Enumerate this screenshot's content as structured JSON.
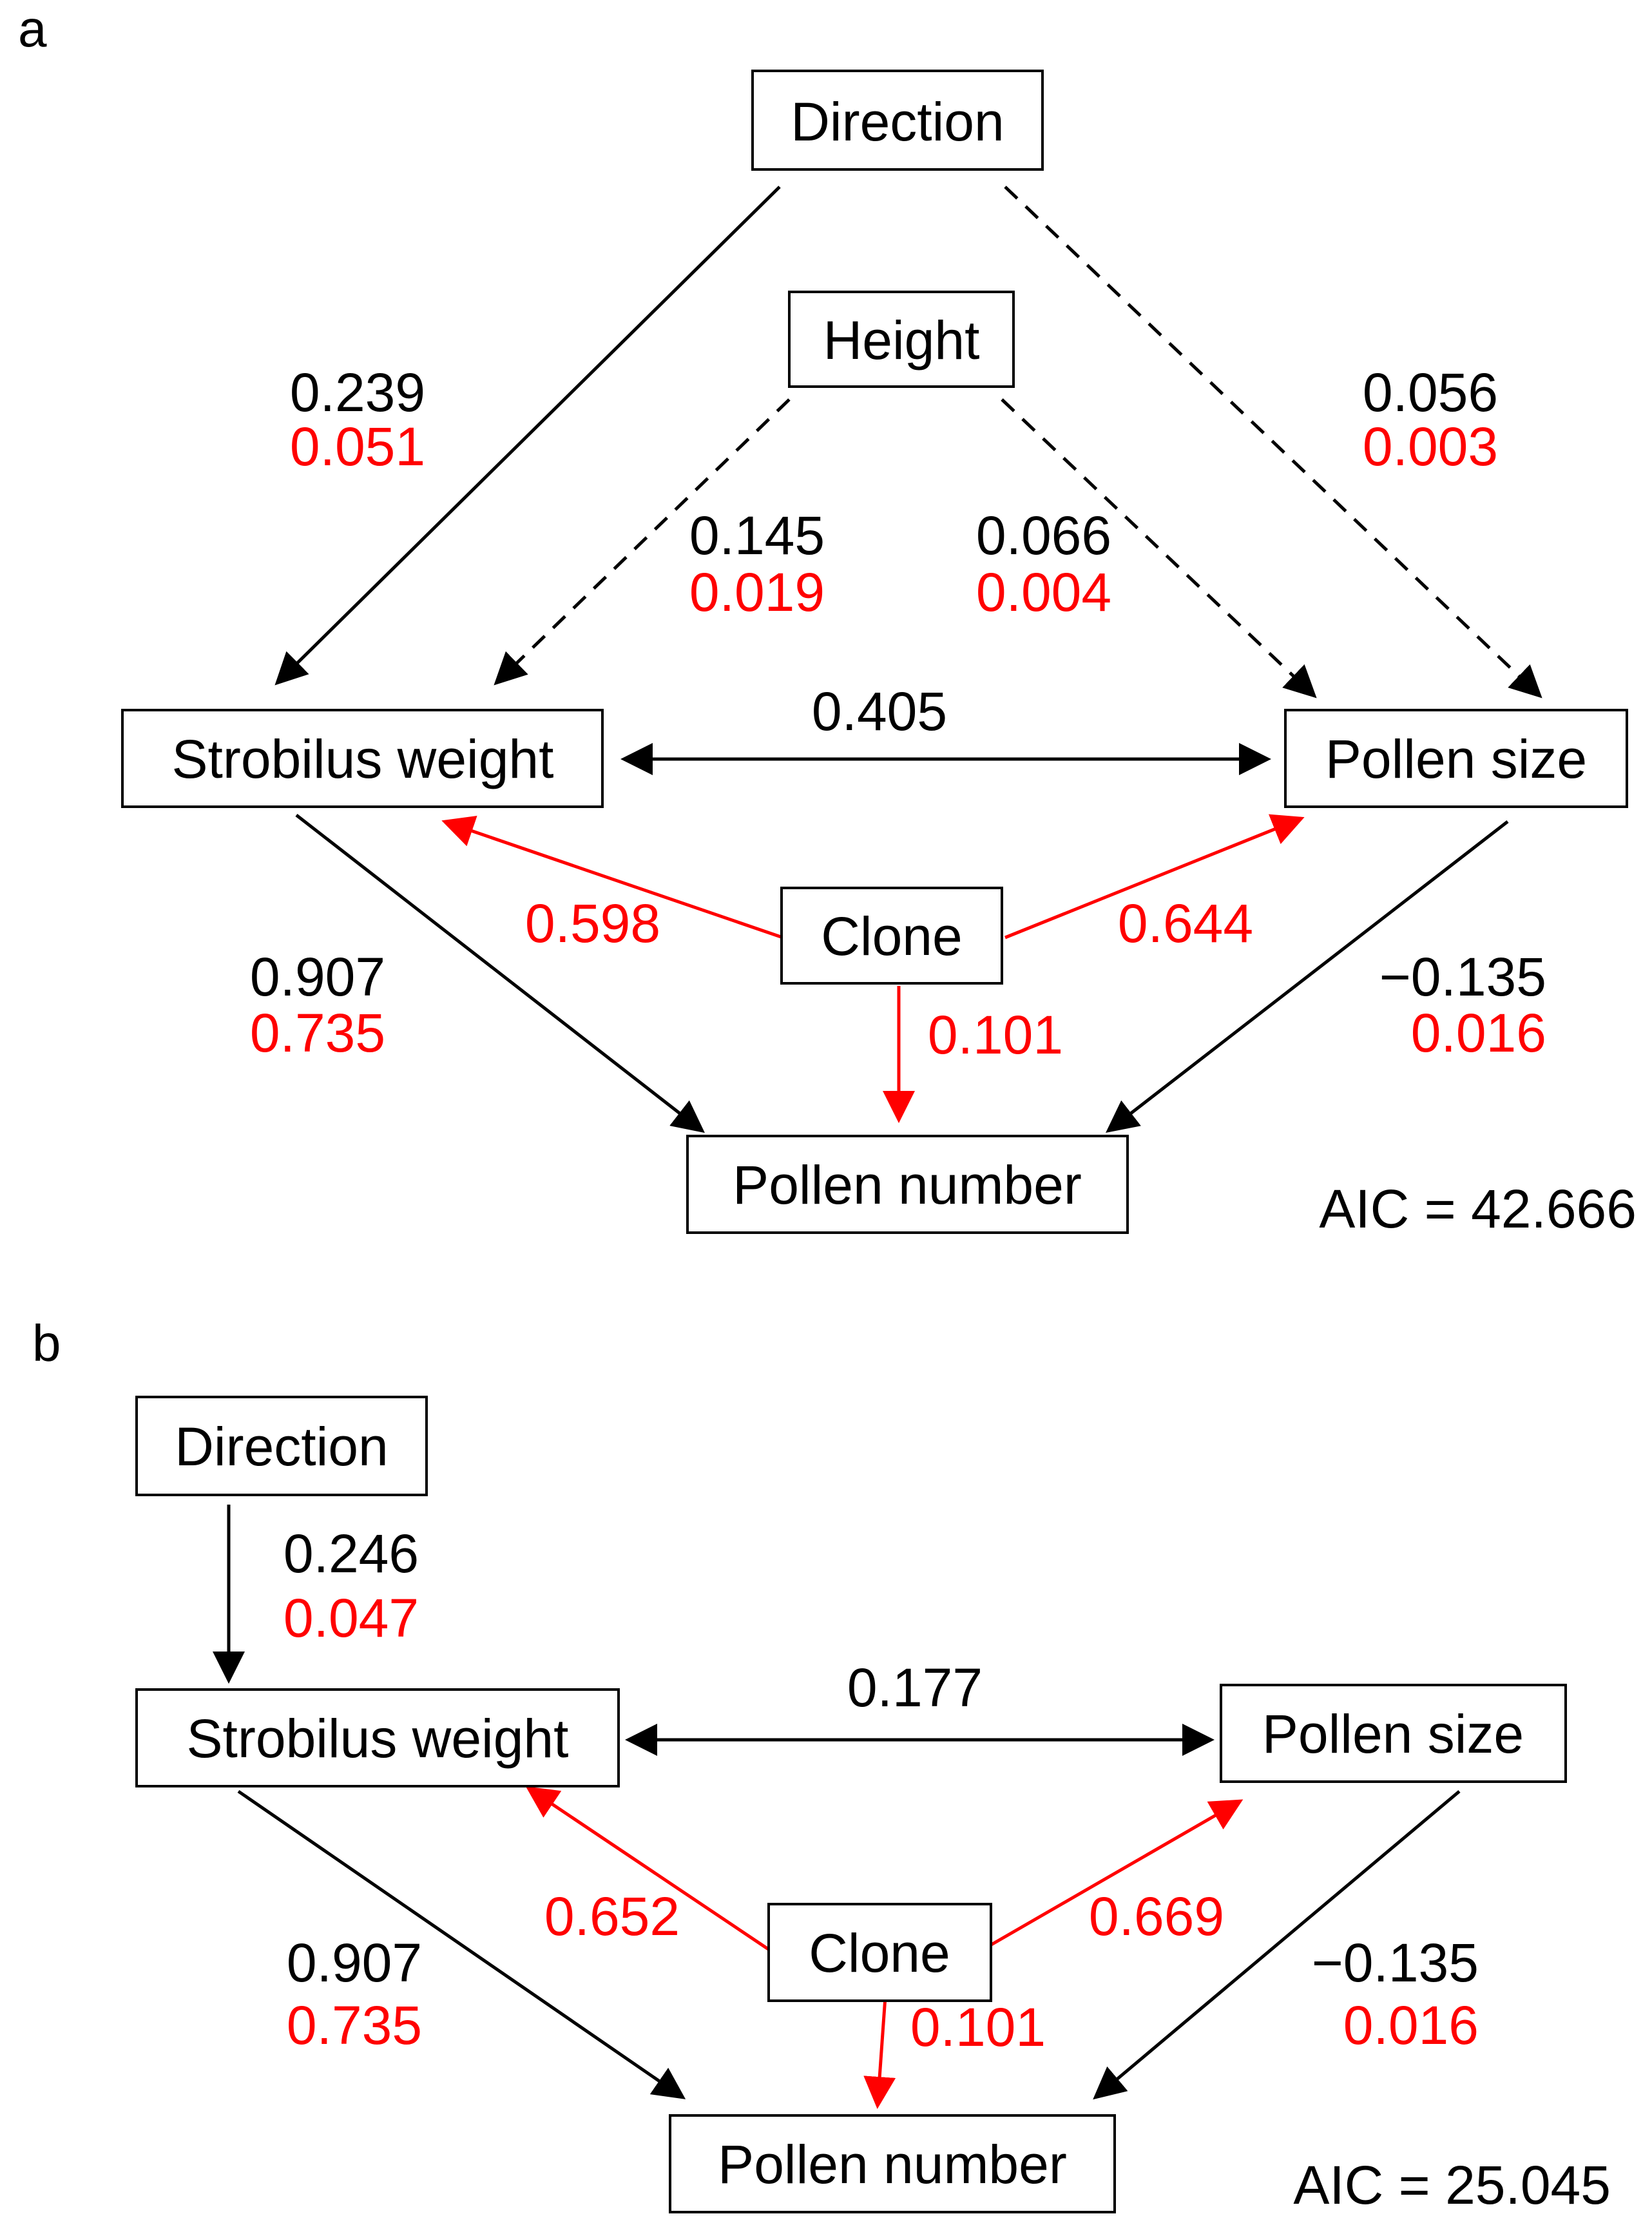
{
  "colors": {
    "black": "#000000",
    "red": "#ff0000"
  },
  "panel_a": {
    "letter": "a",
    "nodes": {
      "direction": "Direction",
      "height": "Height",
      "strobilus": "Strobilus weight",
      "pollen_size": "Pollen size",
      "clone": "Clone",
      "pollen_number": "Pollen number"
    },
    "paths": {
      "direction_strobilus": {
        "coef": "0.239",
        "r2": "0.051"
      },
      "direction_pollen_size": {
        "coef": "0.056",
        "r2": "0.003"
      },
      "height_strobilus": {
        "coef": "0.145",
        "r2": "0.019"
      },
      "height_pollen_size": {
        "coef": "0.066",
        "r2": "0.004"
      },
      "strobilus_pollen_size": {
        "coef": "0.405"
      },
      "clone_strobilus": {
        "r2": "0.598"
      },
      "clone_pollen_size": {
        "r2": "0.644"
      },
      "clone_pollen_number": {
        "r2": "0.101"
      },
      "strobilus_pollen_number": {
        "coef": "0.907",
        "r2": "0.735"
      },
      "pollen_size_pollen_number": {
        "coef": "−0.135",
        "r2": "0.016"
      }
    },
    "aic": "AIC = 42.666"
  },
  "panel_b": {
    "letter": "b",
    "nodes": {
      "direction": "Direction",
      "strobilus": "Strobilus weight",
      "pollen_size": "Pollen size",
      "clone": "Clone",
      "pollen_number": "Pollen number"
    },
    "paths": {
      "direction_strobilus": {
        "coef": "0.246",
        "r2": "0.047"
      },
      "strobilus_pollen_size": {
        "coef": "0.177"
      },
      "clone_strobilus": {
        "r2": "0.652"
      },
      "clone_pollen_size": {
        "r2": "0.669"
      },
      "clone_pollen_number": {
        "r2": "0.101"
      },
      "strobilus_pollen_number": {
        "coef": "0.907",
        "r2": "0.735"
      },
      "pollen_size_pollen_number": {
        "coef": "−0.135",
        "r2": "0.016"
      }
    },
    "aic": "AIC = 25.045"
  }
}
